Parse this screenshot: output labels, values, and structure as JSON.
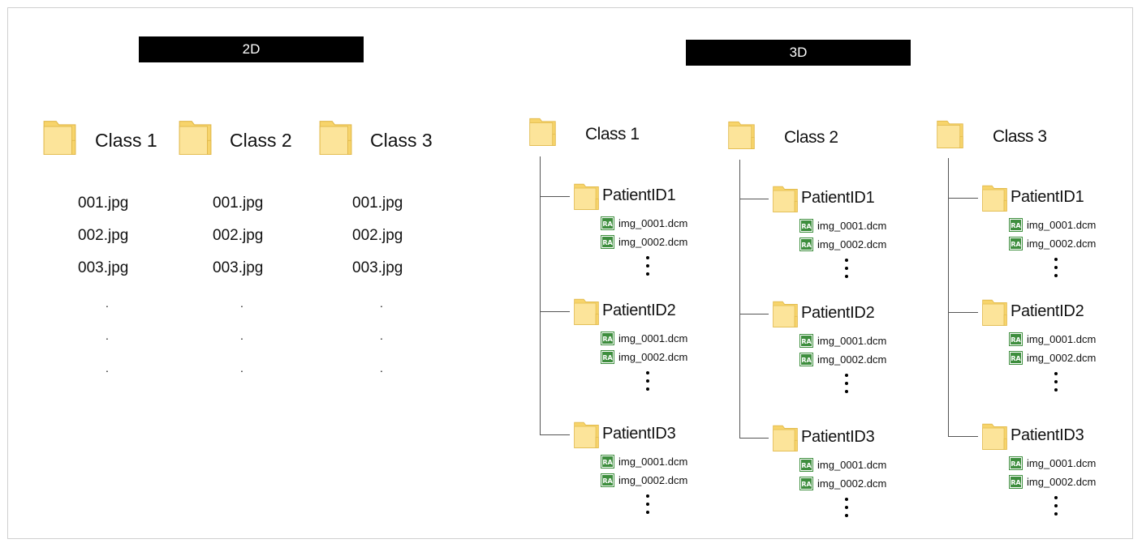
{
  "headers": {
    "left": "2D",
    "right": "3D"
  },
  "colors": {
    "folder_fill": "#F7D46B",
    "folder_front": "#FCE49A",
    "folder_edge": "#E0B84A",
    "dcm_badge": "#3E8E3E"
  },
  "icons": {
    "folder": "folder-icon",
    "dicom": "dicom-file-icon"
  },
  "two_d": {
    "classes": [
      {
        "label": "Class 1",
        "files": [
          "001.jpg",
          "002.jpg",
          "003.jpg"
        ]
      },
      {
        "label": "Class 2",
        "files": [
          "001.jpg",
          "002.jpg",
          "003.jpg"
        ]
      },
      {
        "label": "Class 3",
        "files": [
          "001.jpg",
          "002.jpg",
          "003.jpg"
        ]
      }
    ],
    "ellipsis": "."
  },
  "three_d": {
    "classes": [
      {
        "label": "Class 1",
        "patients": [
          {
            "id": "PatientID1",
            "files": [
              "img_0001.dcm",
              "img_0002.dcm"
            ]
          },
          {
            "id": "PatientID2",
            "files": [
              "img_0001.dcm",
              "img_0002.dcm"
            ]
          },
          {
            "id": "PatientID3",
            "files": [
              "img_0001.dcm",
              "img_0002.dcm"
            ]
          }
        ]
      },
      {
        "label": "Class 2",
        "patients": [
          {
            "id": "PatientID1",
            "files": [
              "img_0001.dcm",
              "img_0002.dcm"
            ]
          },
          {
            "id": "PatientID2",
            "files": [
              "img_0001.dcm",
              "img_0002.dcm"
            ]
          },
          {
            "id": "PatientID3",
            "files": [
              "img_0001.dcm",
              "img_0002.dcm"
            ]
          }
        ]
      },
      {
        "label": "Class 3",
        "patients": [
          {
            "id": "PatientID1",
            "files": [
              "img_0001.dcm",
              "img_0002.dcm"
            ]
          },
          {
            "id": "PatientID2",
            "files": [
              "img_0001.dcm",
              "img_0002.dcm"
            ]
          },
          {
            "id": "PatientID3",
            "files": [
              "img_0001.dcm",
              "img_0002.dcm"
            ]
          }
        ]
      }
    ],
    "badge_text": "RA"
  }
}
